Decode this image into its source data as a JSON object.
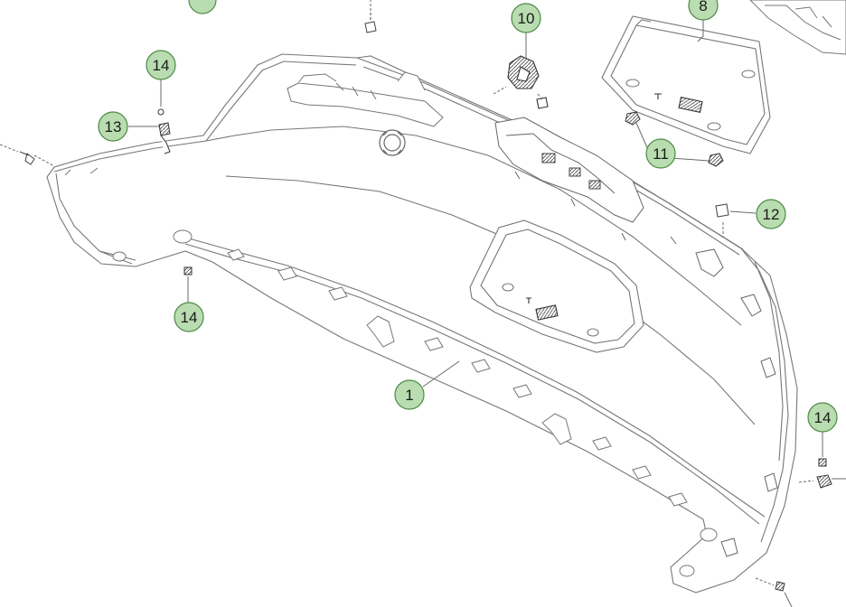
{
  "diagram": {
    "colors": {
      "callout_fill": "#b9dcb0",
      "callout_stroke": "#4e8a47",
      "line": "#6a6a6a",
      "part_stroke": "#777777",
      "part_fill": "#ffffff",
      "shade": "#e4e4e4"
    },
    "callouts": [
      {
        "id": "top-left-partial",
        "label": "13"
      },
      {
        "id": "upper-left",
        "label": "14"
      },
      {
        "id": "left",
        "label": "13"
      },
      {
        "id": "center-top",
        "label": "10"
      },
      {
        "id": "top-right",
        "label": "8"
      },
      {
        "id": "right-nuts",
        "label": "11"
      },
      {
        "id": "right-clip",
        "label": "12"
      },
      {
        "id": "lower-left",
        "label": "14"
      },
      {
        "id": "bumper",
        "label": "1"
      },
      {
        "id": "lower-right",
        "label": "14"
      }
    ]
  }
}
